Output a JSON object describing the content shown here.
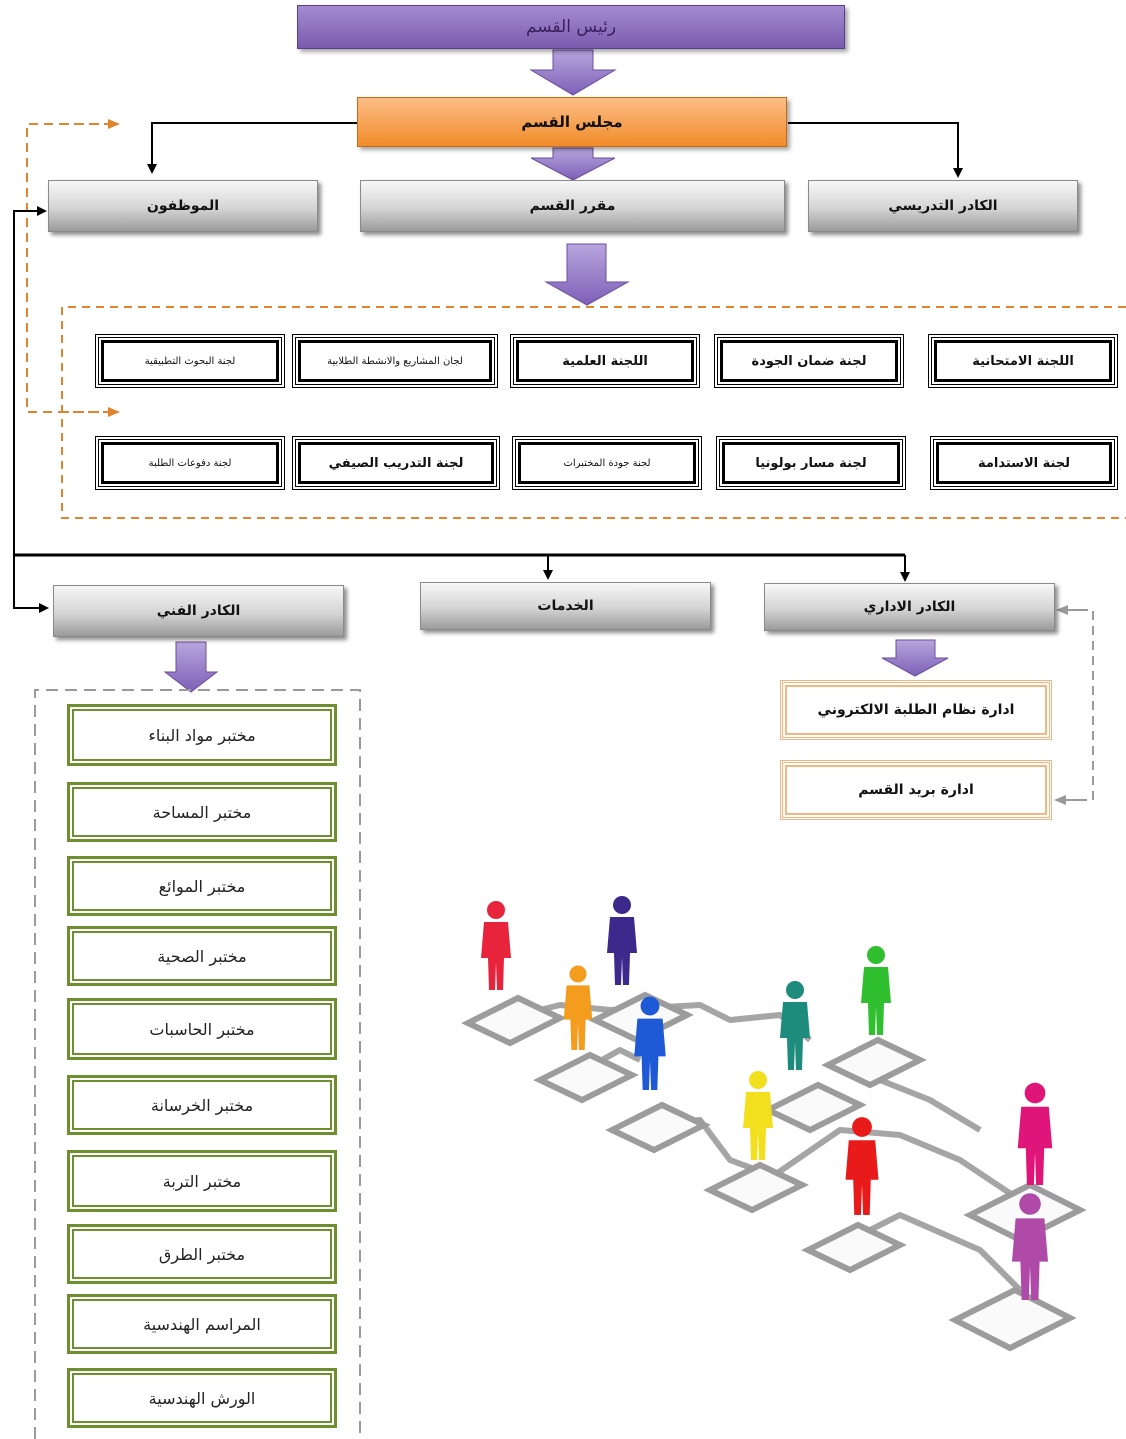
{
  "head": "رئيس القسم",
  "council": "مجلس القسم",
  "level2": {
    "staff": "الموظفون",
    "rapporteur": "مقرر القسم",
    "teaching": "الكادر التدريسي"
  },
  "committees": [
    "اللجنة الامتحانية",
    "لجنة ضمان الجودة",
    "اللجنة العلمية",
    "لجان المشاريع والانشطة الطلابية",
    "لجنة البحوث التطبيقية",
    "لجنة الاستدامة",
    "لجنة مسار بولونيا",
    "لجنة جودة المختبرات",
    "لجنة التدريب الصيفي",
    "لجنة دفوعات الطلبة"
  ],
  "level3": {
    "admin": "الكادر الاداري",
    "services": "الخدمات",
    "technical": "الكادر الفني"
  },
  "admin_units": [
    "ادارة نظام الطلبة الالكتروني",
    "ادارة بريد القسم"
  ],
  "labs": [
    "مختبر مواد البناء",
    "مختبر المساحة",
    "مختبر الموائع",
    "مختبر الصحية",
    "مختبر الحاسبات",
    "مختبر الخرسانة",
    "مختبر التربة",
    "مختبر الطرق",
    "المراسم الهندسية",
    "الورش الهندسية"
  ],
  "colors": {
    "head": "#8b6fc0",
    "council": "#f5a25a",
    "gray_box": "#c8c8c8",
    "committee_border": "#000000",
    "dashed_orange": "#e2842e",
    "dashed_gray": "#9a9a9a",
    "lab_border": "#6e8f2e",
    "admin_unit_border": "#f3b582",
    "arrow_fill": "#9a82c8"
  },
  "illustration": {
    "name": "people-network",
    "figure_colors": [
      "#e8243c",
      "#f39c1e",
      "#3b2a8c",
      "#1f5ad6",
      "#f2e01e",
      "#1e8c7c",
      "#2fbf2f",
      "#e81a1a",
      "#e0157a",
      "#b04aa8"
    ]
  }
}
